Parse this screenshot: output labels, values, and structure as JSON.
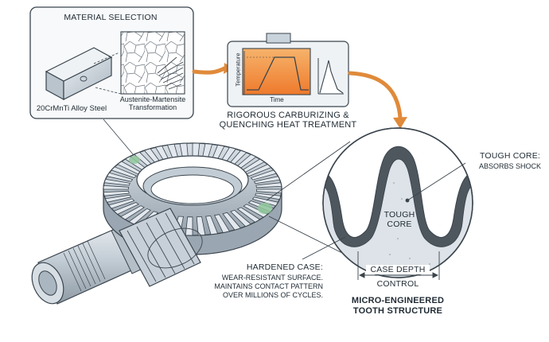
{
  "material_panel": {
    "title": "MATERIAL SELECTION",
    "steel_label": "20CrMnTi Alloy Steel",
    "transformation_label_line1": "Austenite-Martensite",
    "transformation_label_line2": "Transformation"
  },
  "heat_treatment": {
    "y_axis_label": "Temperature",
    "x_axis_label": "Time",
    "caption_line1": "RIGOROUS CARBURIZING &",
    "caption_line2": "QUENCHING HEAT TREATMENT"
  },
  "tooth_detail": {
    "core_label_line1": "TOUGH",
    "core_label_line2": "CORE",
    "callout_core_title": "TOUGH CORE:",
    "callout_core_desc": "ABSORBS SHOCK",
    "case_depth_line1": "CASE DEPTH",
    "case_depth_line2": "CONTROL",
    "structure_title_line1": "MICRO-ENGINEERED",
    "structure_title_line2": "TOOTH STRUCTURE"
  },
  "hardened_case": {
    "title": "HARDENED CASE:",
    "desc_line1": "WEAR-RESISTANT SURFACE.",
    "desc_line2": "MAINTAINS CONTACT PATTERN",
    "desc_line3": "OVER MILLIONS OF CYCLES."
  },
  "colors": {
    "outline": "#3a444d",
    "steel": "#c9d3db",
    "furnace_hot": "#f08a3c",
    "arrow": "#e08a3a",
    "case_dark": "#4f575e",
    "core_light": "#dde3e8",
    "highlight": "#8fc79a"
  }
}
